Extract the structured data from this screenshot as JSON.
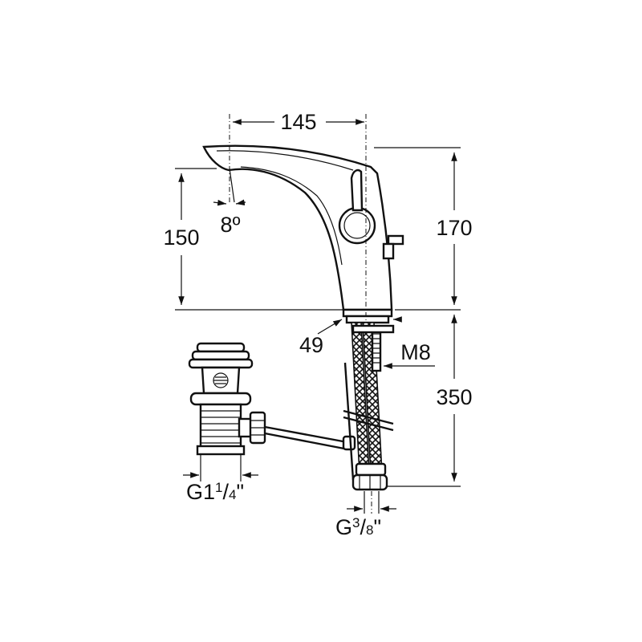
{
  "dimensions": {
    "spout_reach": "145",
    "spout_angle": "8º",
    "spout_height": "150",
    "total_height": "170",
    "base_diameter": "49",
    "stud_thread": "M8",
    "hose_length": "350",
    "waste_thread_main": "G1",
    "waste_thread_fraction_num": "1",
    "waste_thread_fraction_den": "4",
    "waste_thread_inch": "\"",
    "hose_thread_main": "G",
    "hose_thread_fraction_num": "3",
    "hose_thread_fraction_den": "8",
    "hose_thread_inch": "\""
  },
  "colors": {
    "ink": "#111111",
    "background": "#ffffff"
  }
}
